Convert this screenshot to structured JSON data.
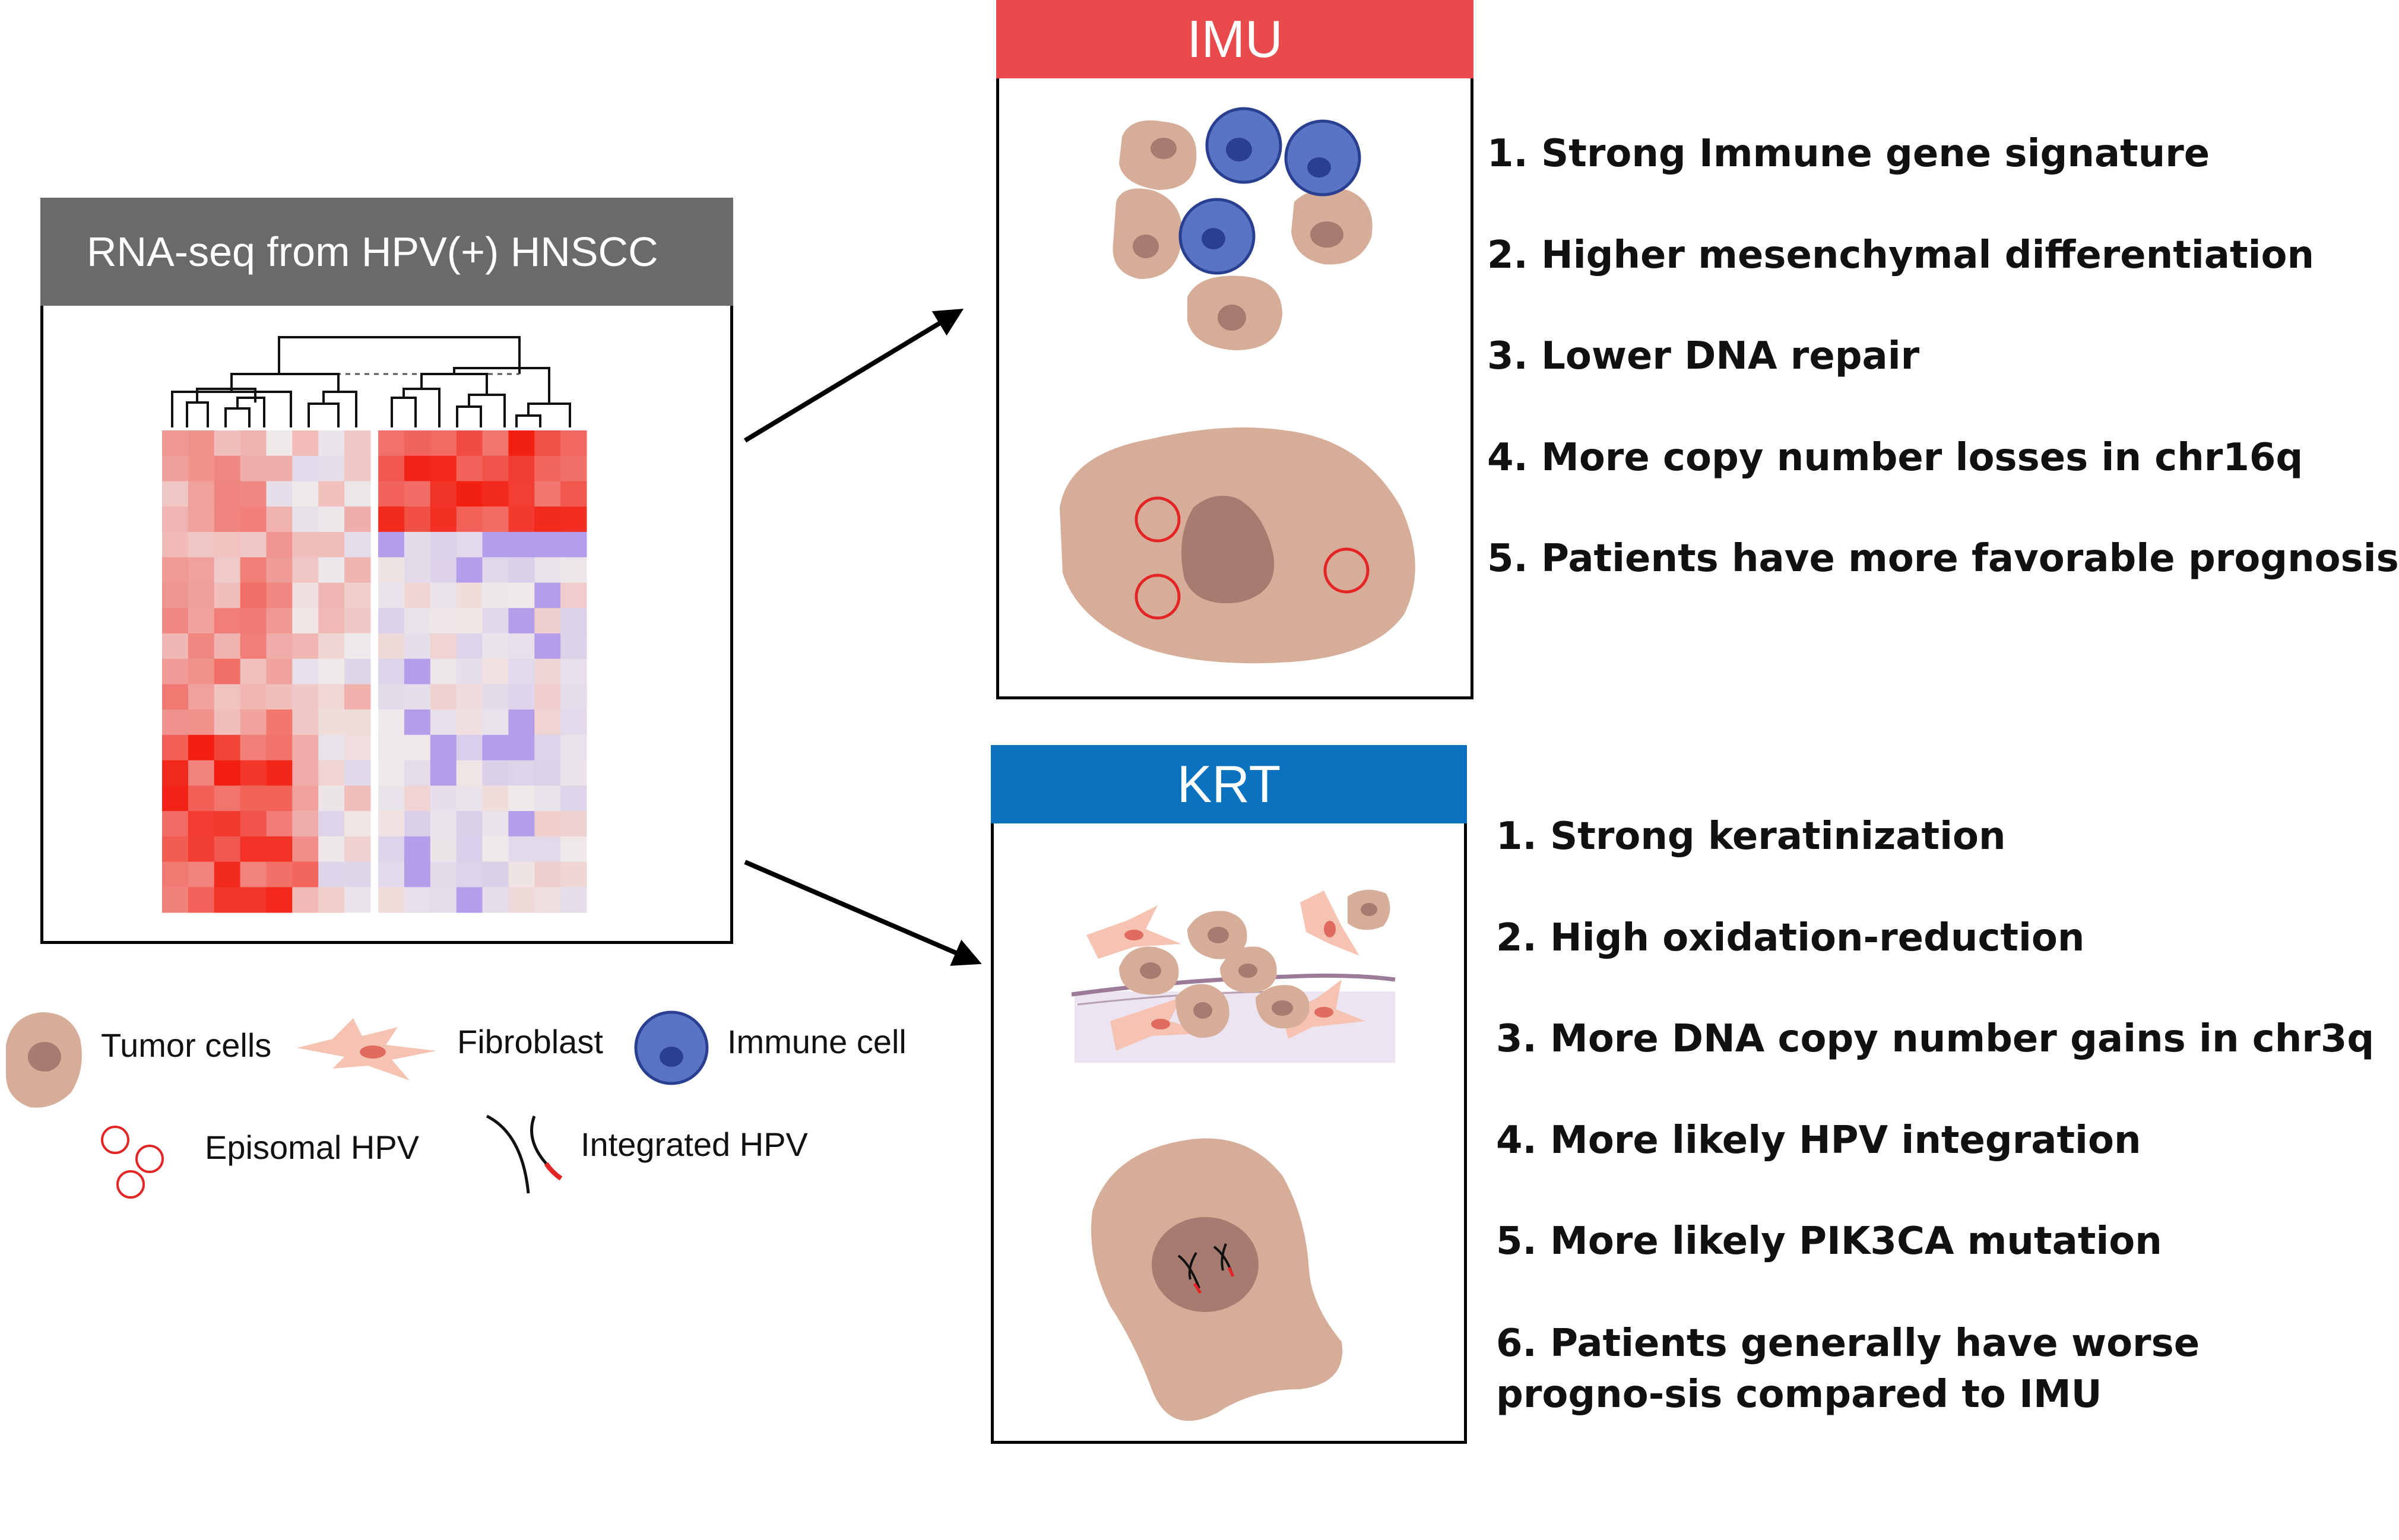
{
  "left_panel": {
    "title": "RNA-seq from HPV(+) HNSCC",
    "header_color": "#6a6a6a"
  },
  "heatmap": {
    "rows": 19,
    "cols": 16,
    "high_color": "#f21d10",
    "low_color": "#9b7ee8",
    "neutral_color": "#efeaea"
  },
  "imu": {
    "label": "IMU",
    "color": "#e94a4c",
    "features": [
      "1. Strong Immune gene signature",
      "2. Higher mesenchymal differentiation",
      "3. Lower DNA repair",
      "4. More copy number losses in chr16q",
      "5. Patients have more favorable prognosis"
    ]
  },
  "krt": {
    "label": "KRT",
    "color": "#0a72bf",
    "features": [
      "1. Strong keratinization",
      "2. High oxidation-reduction",
      "3. More DNA copy number gains in chr3q",
      "4. More likely HPV integration",
      "5. More likely PIK3CA mutation",
      "6. Patients generally have worse progno-sis compared to IMU"
    ]
  },
  "legend": {
    "tumor": "Tumor cells",
    "fibroblast": "Fibroblast",
    "immune": "Immune cell",
    "episomal": "Episomal HPV",
    "integrated": "Integrated HPV"
  },
  "colors": {
    "tumor_body": "#d6ad98",
    "tumor_nucleus": "#a67b70",
    "immune_body": "#5a74c4",
    "immune_nucleus": "#2a3f8f",
    "fibroblast_body": "#f6c3b3",
    "fibroblast_nucleus": "#e06b5f",
    "hpv_red": "#e42525"
  }
}
